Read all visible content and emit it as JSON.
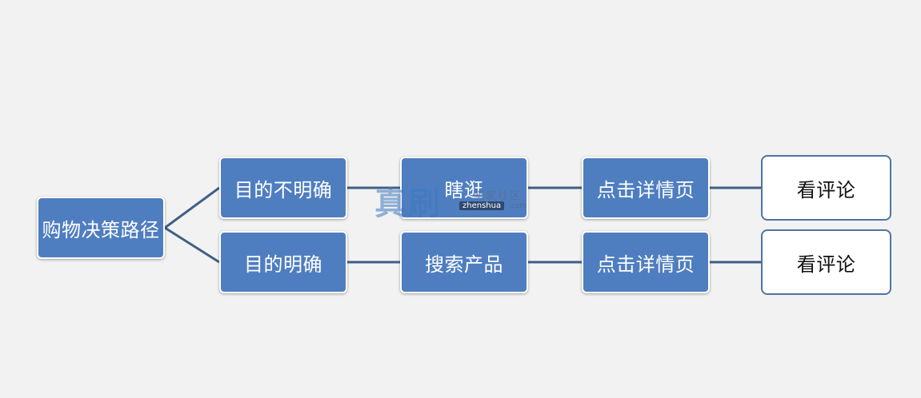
{
  "diagram": {
    "root": "购物决策路径",
    "row1": {
      "step1": "目的不明确",
      "step2": "瞎逛",
      "step3": "点击详情页",
      "step4": "看评论"
    },
    "row2": {
      "step1": "目的明确",
      "step2": "搜索产品",
      "step3": "点击详情页",
      "step4": "看评论"
    }
  },
  "watermark": {
    "logo": "真刷",
    "site_cn": "卖家社区",
    "site_en": "zhenshua",
    "domain": ".com"
  },
  "colors": {
    "node_fill": "#4f7ec0",
    "node_outline": "#4f74a4",
    "connector": "#3f5f86",
    "background": "#f2f2f2"
  }
}
